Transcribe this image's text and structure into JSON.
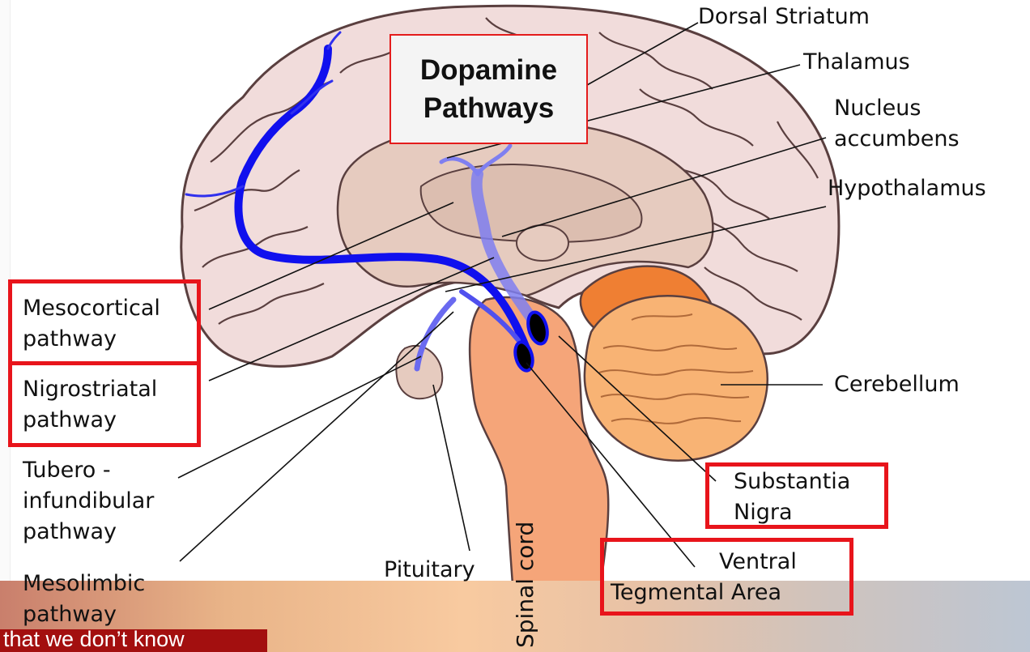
{
  "diagram": {
    "title_line1": "Dopamine",
    "title_line2": "Pathways",
    "labels": {
      "dorsal_striatum": "Dorsal Striatum",
      "thalamus": "Thalamus",
      "nucleus_accumbens_1": "Nucleus",
      "nucleus_accumbens_2": "accumbens",
      "hypothalamus": "Hypothalamus",
      "mesocortical_1": "Mesocortical",
      "mesocortical_2": "pathway",
      "nigrostriatal_1": "Nigrostriatal",
      "nigrostriatal_2": "pathway",
      "tubero_1": "Tubero -",
      "tubero_2": "infundibular",
      "tubero_3": "pathway",
      "mesolimbic_1": "Mesolimbic",
      "mesolimbic_2": "pathway",
      "pituitary": "Pituitary",
      "spinal_cord": "Spinal cord",
      "cerebellum": "Cerebellum",
      "substantia_1": "Substantia",
      "substantia_2": "Nigra",
      "vta_1": "Ventral",
      "vta_2": "Tegmental Area"
    },
    "colors": {
      "cortex": "#f1dcdb",
      "cortex_outline": "#5a3f3f",
      "inner_brain": "#e6cbbf",
      "brainstem": "#f5a579",
      "cerebellum": "#f8b374",
      "cerebellum_dark": "#ef7f33",
      "pathway": "#1010ee",
      "pathway_light": "#7f7ff0",
      "highlight_box": "#e8141b"
    }
  },
  "caption": {
    "text": "that we don’t know"
  }
}
